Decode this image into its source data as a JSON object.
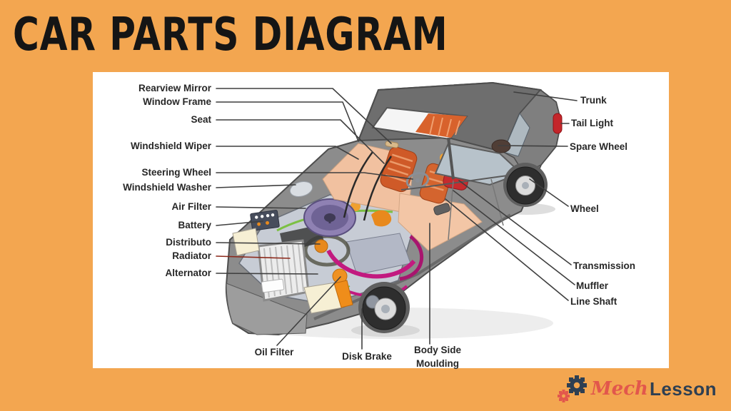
{
  "header": {
    "title": "CAR PARTS DIAGRAM"
  },
  "diagram": {
    "labels_left": [
      "Rearview Mirror",
      "Window Frame",
      "Seat",
      "Windshield Wiper",
      "Steering Wheel",
      "Windshield Washer",
      "Air Filter",
      "Battery",
      "Distributo",
      "Radiator",
      "Alternator"
    ],
    "labels_right": [
      "Trunk",
      "Tail Light",
      "Spare Wheel",
      "Wheel",
      "Transmission",
      "Muffler",
      "Line Shaft"
    ],
    "labels_bottom": [
      "Oil Filter",
      "Disk Brake",
      "Body Side Moulding"
    ]
  },
  "logo": {
    "brand_prefix": "Mech",
    "brand_suffix": "Lesson",
    "icon": "gear-icon"
  },
  "colors": {
    "background": "#f3a650",
    "panel": "#ffffff",
    "title": "#151515",
    "label_text": "#272727",
    "leader_line": "#3f3f3f",
    "radiator_leader_line": "#8c2a1c",
    "car_body": "#8c8c8c",
    "roof": "#6e6e6e",
    "seat_orange": "#cf5a28",
    "rear_seat_red": "#c62b2e",
    "engine_bay": "#c7ccd5",
    "air_filter_purple": "#8f81b3",
    "logo_prefix": "#e2574c",
    "logo_suffix": "#2e3f52"
  }
}
